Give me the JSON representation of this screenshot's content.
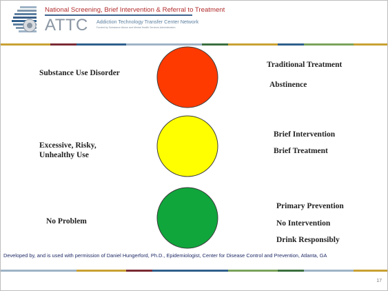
{
  "header": {
    "title": "National Screening, Brief Intervention & Referral to Treatment",
    "acronym": "ATTC",
    "network": "Addiction Technology Transfer Center Network",
    "funded_by": "Funded by Substance Abuse and Mental Health Services Administration"
  },
  "stripe_colors": [
    "#c9a032",
    "#7a2a35",
    "#2f5f8c",
    "#9eb3c6",
    "#3a6f3e",
    "#7aa35a"
  ],
  "levels": [
    {
      "color": "#ff3a00",
      "condition": [
        "Substance Use Disorder"
      ],
      "response": [
        "Traditional Treatment",
        "Abstinence"
      ]
    },
    {
      "color": "#ffff00",
      "condition": [
        "Excessive, Risky,",
        "Unhealthy Use"
      ],
      "response": [
        "Brief Intervention",
        "Brief Treatment"
      ]
    },
    {
      "color": "#10a63c",
      "condition": [
        "No Problem"
      ],
      "response": [
        "Primary Prevention",
        "No Intervention",
        "Drink Responsibly"
      ]
    }
  ],
  "footnote": "Developed by, and is used with permission of Daniel Hungerford, Ph.D., Epidemiologist, Center for Disease Control and Prevention, Atlanta,  GA",
  "page_number": "17"
}
